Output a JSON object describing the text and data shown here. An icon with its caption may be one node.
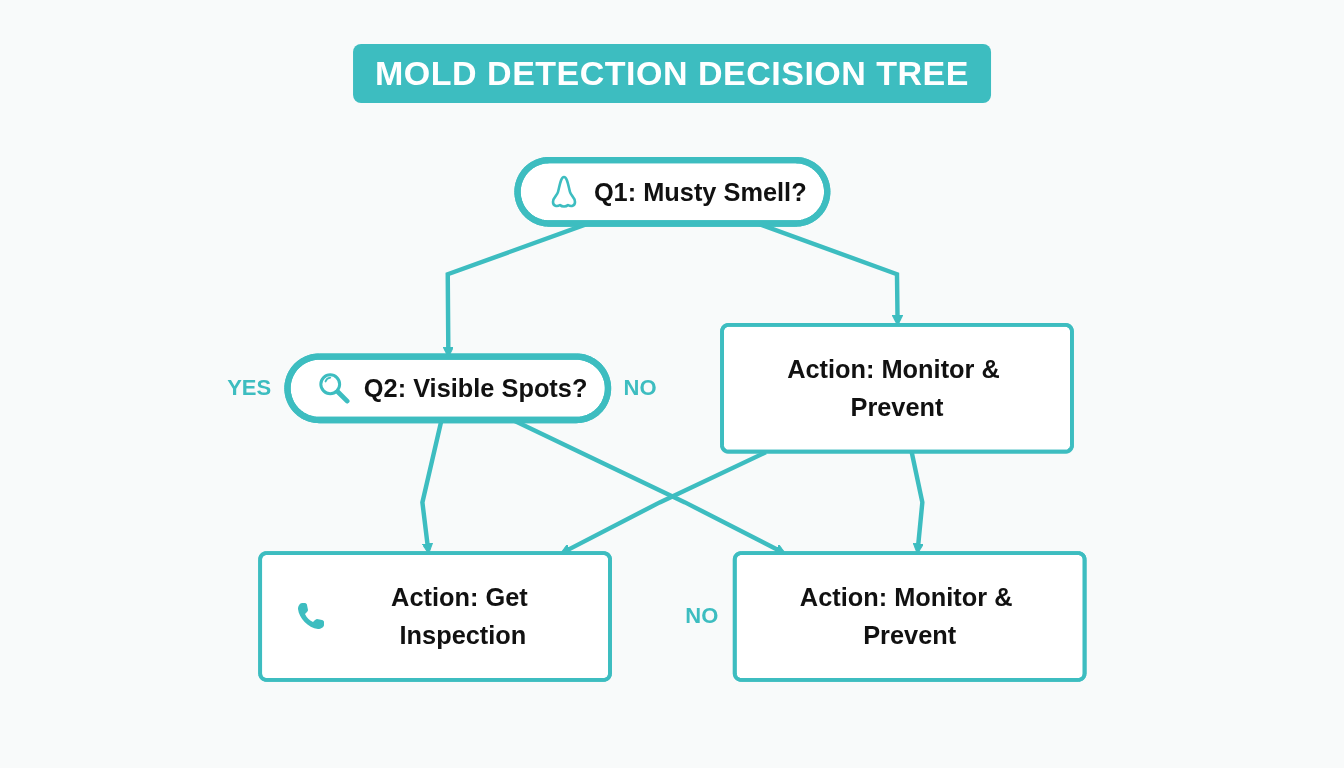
{
  "diagram": {
    "title": "MOLD DETECTION DECISION TREE",
    "nodes": [
      {
        "text": [
          "Q1: Musty Smell?"
        ]
      },
      {
        "text": [
          "Q2: Visible Spots?"
        ]
      },
      {
        "text": [
          "Action: Monitor & Prevent"
        ]
      },
      {
        "text": [
          "Action: Get Inspection"
        ]
      },
      {
        "text": [
          "Action: Monitor & Prevent"
        ]
      }
    ],
    "edges": [
      {
        "from": 0,
        "to": 1,
        "arrow": "to"
      },
      {
        "from": 0,
        "to": 2,
        "arrow": "to"
      },
      {
        "from": 1,
        "to": 3,
        "arrow": "to"
      },
      {
        "from": 1,
        "to": 4,
        "arrow": "to"
      },
      {
        "from": 2,
        "to": 3,
        "arrow": "to"
      },
      {
        "from": 2,
        "to": 4,
        "arrow": "to"
      }
    ],
    "labels": [
      "YES",
      "NO",
      "NO"
    ]
  }
}
